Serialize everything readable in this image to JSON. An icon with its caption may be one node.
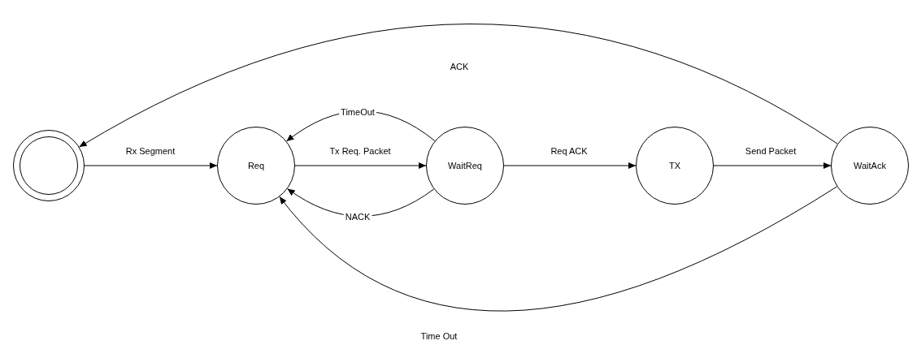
{
  "diagram": {
    "nodes": [
      {
        "text": [],
        "shape": "circle"
      },
      {
        "text": [
          "Req"
        ]
      },
      {
        "text": [
          "WaitReq"
        ]
      },
      {
        "text": [
          "TX"
        ]
      },
      {
        "text": [
          "WaitAck"
        ]
      }
    ],
    "edges": [
      {
        "from": 0,
        "to": 1,
        "arrow": "to",
        "label": "Rx Segment"
      },
      {
        "from": 1,
        "to": 2,
        "arrow": "to",
        "label": "Tx Req. Packet"
      },
      {
        "from": 2,
        "to": 1,
        "arrow": "to",
        "label": "TimeOut"
      },
      {
        "from": 2,
        "to": 1,
        "arrow": "to",
        "label": "NACK"
      },
      {
        "from": 2,
        "to": 3,
        "arrow": "to",
        "label": "Req ACK"
      },
      {
        "from": 3,
        "to": 4,
        "arrow": "to",
        "label": "Send Packet"
      },
      {
        "from": 4,
        "to": 0,
        "arrow": "to",
        "label": "ACK"
      },
      {
        "from": 4,
        "to": 1,
        "arrow": "to",
        "label": "Time Out"
      }
    ]
  }
}
